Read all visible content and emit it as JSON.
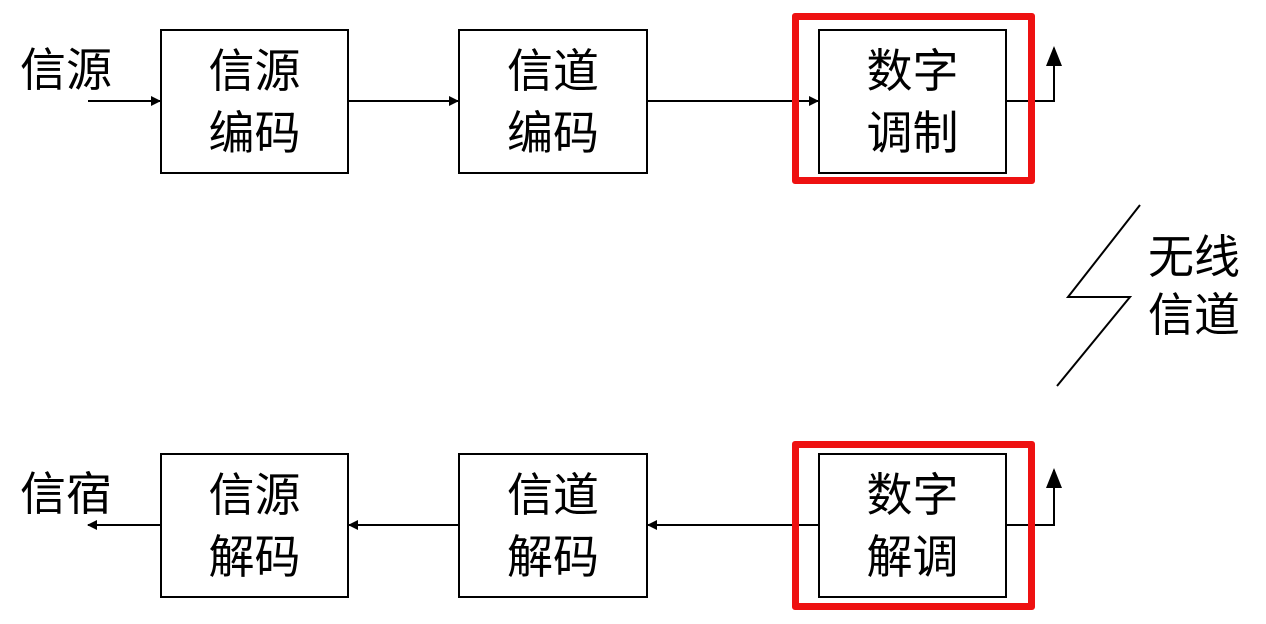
{
  "transmitter": {
    "source_label": "信源",
    "blocks": [
      {
        "line1": "信源",
        "line2": "编码"
      },
      {
        "line1": "信道",
        "line2": "编码"
      },
      {
        "line1": "数字",
        "line2": "调制"
      }
    ]
  },
  "receiver": {
    "sink_label": "信宿",
    "blocks": [
      {
        "line1": "信源",
        "line2": "解码"
      },
      {
        "line1": "信道",
        "line2": "解码"
      },
      {
        "line1": "数字",
        "line2": "解调"
      }
    ]
  },
  "channel": {
    "line1": "无线",
    "line2": "信道"
  },
  "colors": {
    "highlight": "#ee1111",
    "stroke": "#000000"
  }
}
